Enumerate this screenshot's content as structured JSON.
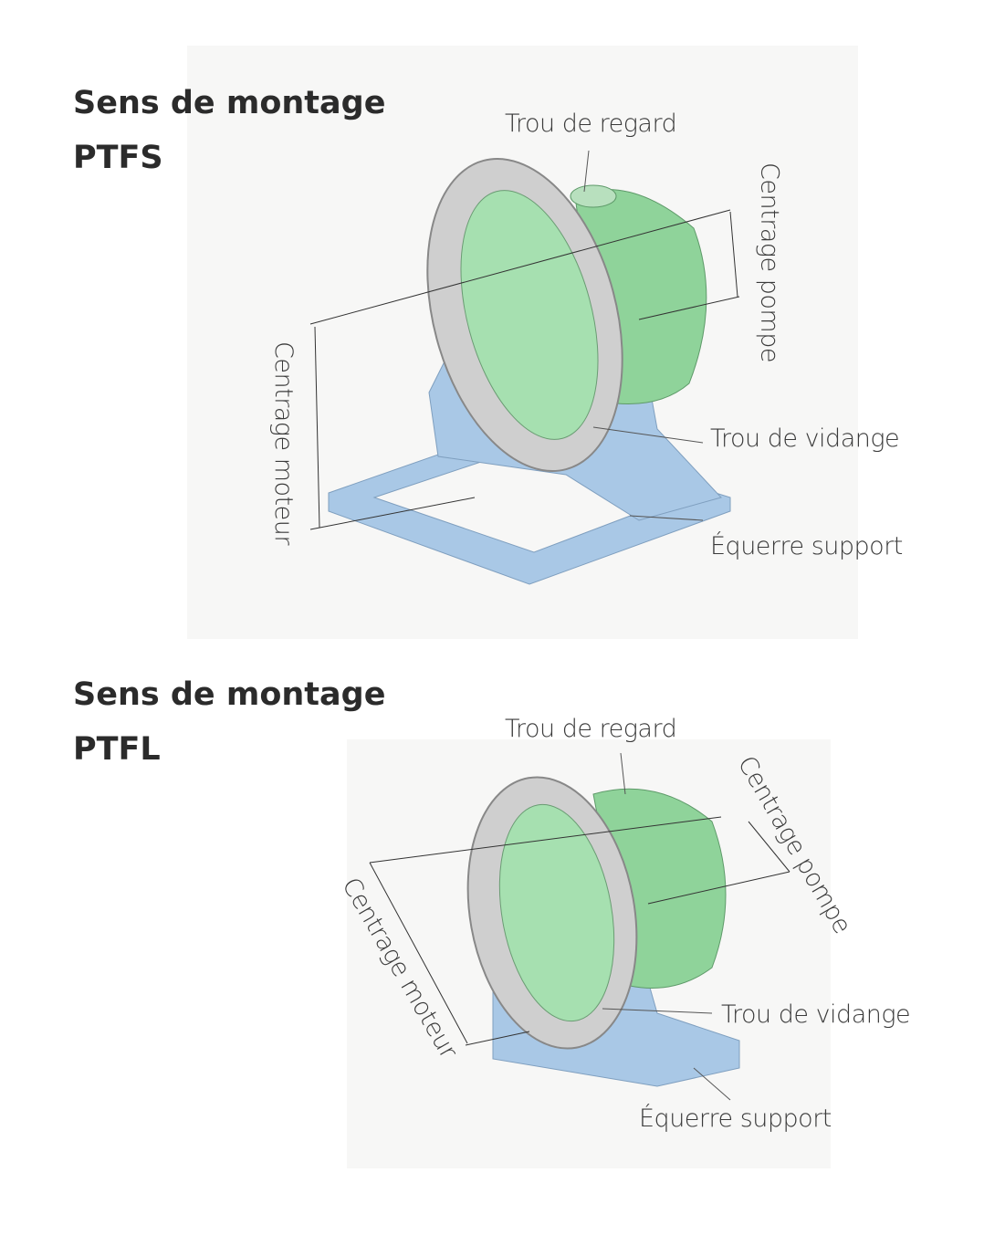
{
  "sections": [
    {
      "title_line1": "Sens de montage",
      "title_line2": "PTFS",
      "labels": {
        "trou_regard": "Trou de regard",
        "centrage_pompe": "Centrage pompe",
        "centrage_moteur": "Centrage moteur",
        "trou_vidange": "Trou de vidange",
        "equerre_support": "Équerre support"
      }
    },
    {
      "title_line1": "Sens de montage",
      "title_line2": "PTFL",
      "labels": {
        "trou_regard": "Trou de regard",
        "centrage_pompe": "Centrage pompe",
        "centrage_moteur": "Centrage moteur",
        "trou_vidange": "Trou de vidange",
        "equerre_support": "Équerre support"
      }
    }
  ],
  "colors": {
    "green": "#8fd39a",
    "grey": "#c9c9c9",
    "blue": "#a9c8e6"
  }
}
